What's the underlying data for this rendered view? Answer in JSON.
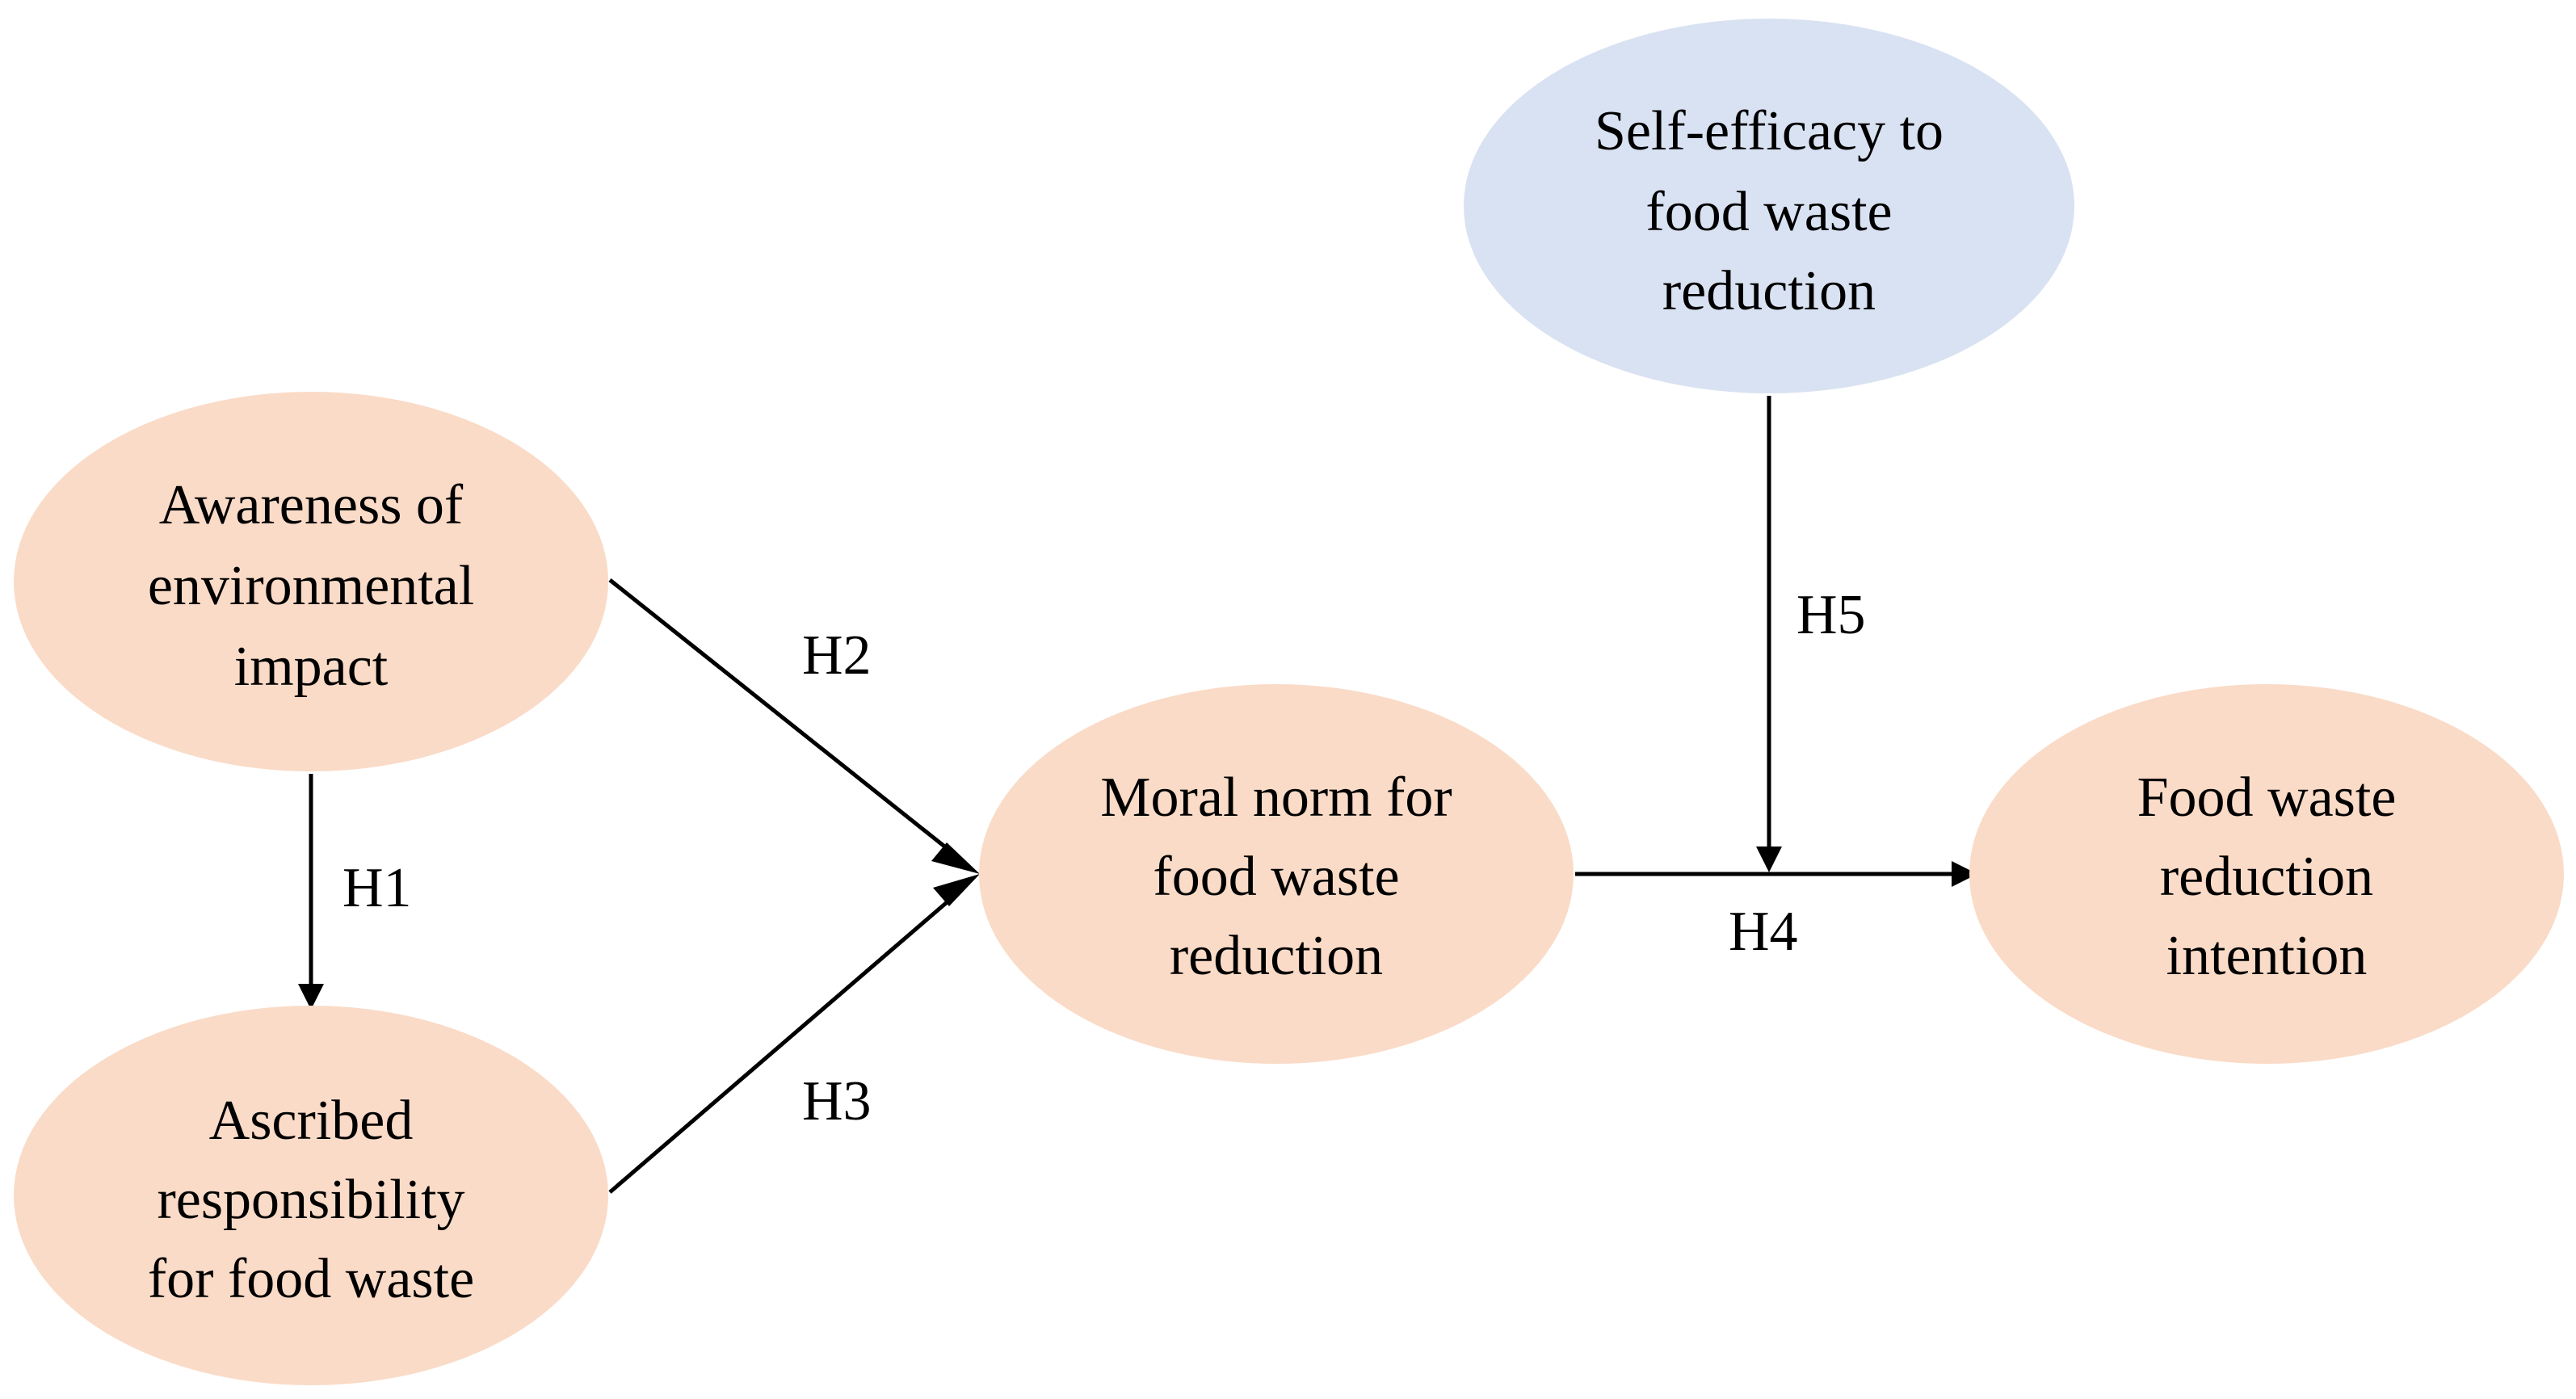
{
  "colors": {
    "construct_fill": "#FADBC7",
    "moderator_fill": "#D9E2F2",
    "line": "#000000",
    "text": "#000000"
  },
  "nodes": {
    "awareness": {
      "lines": [
        "Awareness of",
        "environmental",
        "impact"
      ]
    },
    "ascribed": {
      "lines": [
        "Ascribed",
        "responsibility",
        "for food waste"
      ]
    },
    "moral": {
      "lines": [
        "Moral norm for",
        "food waste",
        "reduction"
      ]
    },
    "self_efficacy": {
      "lines": [
        "Self-efficacy to",
        "food waste",
        "reduction"
      ]
    },
    "intention": {
      "lines": [
        "Food waste",
        "reduction",
        "intention"
      ]
    }
  },
  "hypotheses": {
    "h1": "H1",
    "h2": "H2",
    "h3": "H3",
    "h4": "H4",
    "h5": "H5"
  }
}
